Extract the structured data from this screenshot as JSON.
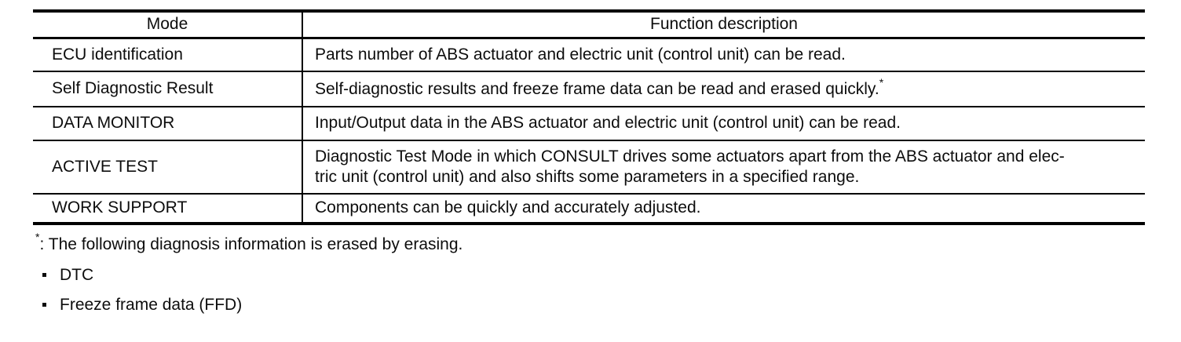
{
  "table": {
    "columns": [
      {
        "label": "Mode"
      },
      {
        "label": "Function description"
      }
    ],
    "rows": [
      {
        "mode": "ECU identification",
        "description": "Parts number of ABS actuator and electric unit (control unit) can be read.",
        "footnote_marker": ""
      },
      {
        "mode": "Self Diagnostic Result",
        "description": "Self-diagnostic results and freeze frame data can be read and erased quickly.",
        "footnote_marker": "*"
      },
      {
        "mode": "DATA MONITOR",
        "description": "Input/Output data in the ABS actuator and electric unit (control unit) can be read.",
        "footnote_marker": ""
      },
      {
        "mode": "ACTIVE TEST",
        "description": "Diagnostic Test Mode in which CONSULT drives some actuators apart from the ABS actuator and elec-\ntric unit (control unit) and also shifts some parameters in a specified range.",
        "footnote_marker": ""
      },
      {
        "mode": "WORK SUPPORT",
        "description": "Components can be quickly and accurately adjusted.",
        "footnote_marker": ""
      }
    ]
  },
  "footnote": {
    "marker": "*",
    "text": ": The following diagnosis information is erased by erasing.",
    "items": [
      "DTC",
      "Freeze frame data (FFD)"
    ]
  },
  "colors": {
    "background": "#ffffff",
    "text": "#0d0d0d",
    "border": "#000000"
  }
}
